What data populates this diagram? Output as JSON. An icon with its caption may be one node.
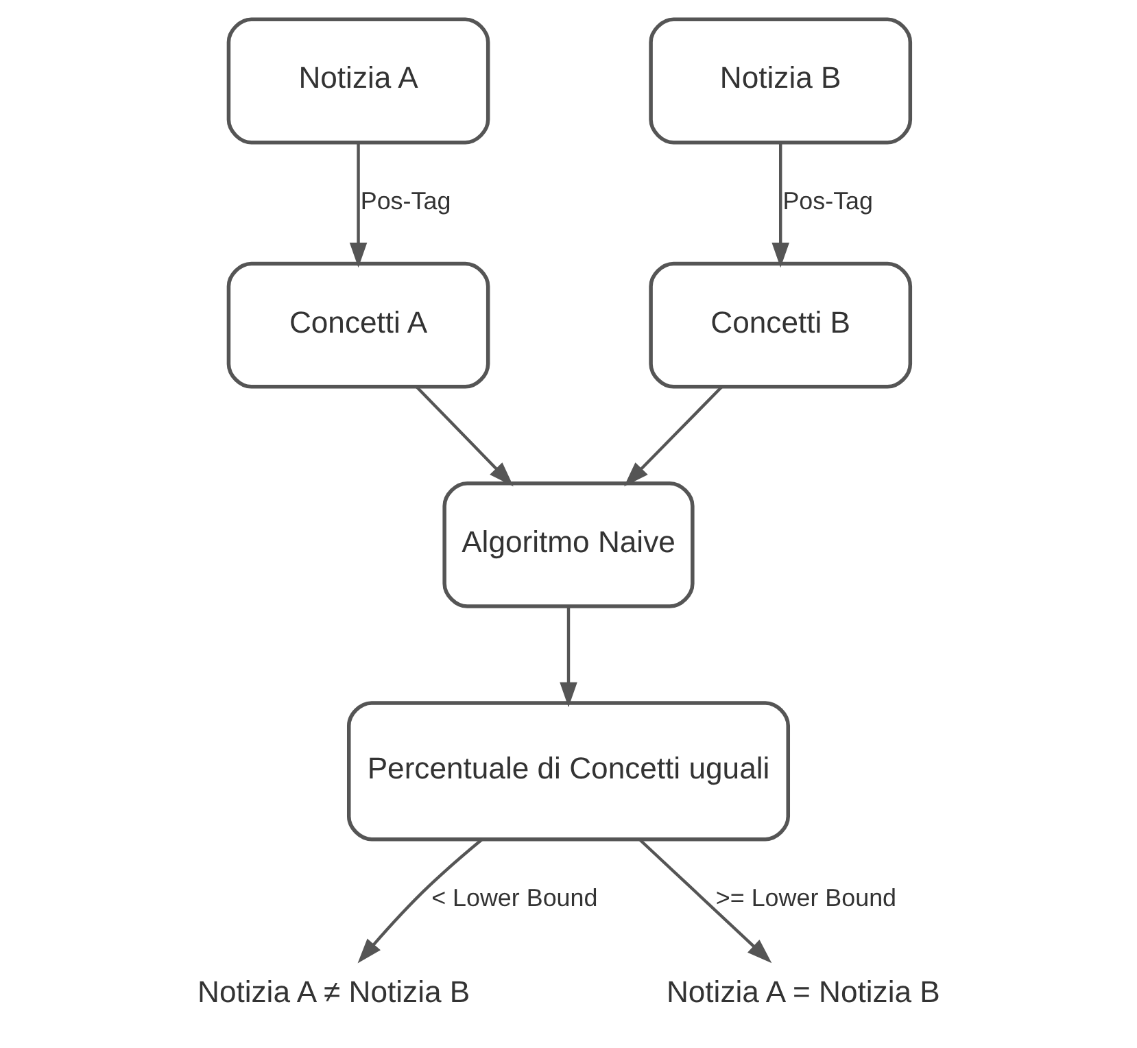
{
  "diagram": {
    "nodes": [
      {
        "text": [
          "Notizia A"
        ]
      },
      {
        "text": [
          "Notizia B"
        ]
      },
      {
        "text": [
          "Concetti A"
        ]
      },
      {
        "text": [
          "Concetti B"
        ]
      },
      {
        "text": [
          "Algoritmo Naive"
        ]
      },
      {
        "text": [
          "Percentuale di Concetti uguali"
        ]
      },
      {
        "text": [
          "Notizia A ≠ Notizia B"
        ]
      },
      {
        "text": [
          "Notizia A = Notizia B"
        ]
      }
    ],
    "edges": [
      {
        "from": 0,
        "to": 2,
        "arrow": "to",
        "label": "Pos-Tag"
      },
      {
        "from": 1,
        "to": 3,
        "arrow": "to",
        "label": "Pos-Tag"
      },
      {
        "from": 2,
        "to": 4,
        "arrow": "to"
      },
      {
        "from": 3,
        "to": 4,
        "arrow": "to"
      },
      {
        "from": 4,
        "to": 5,
        "arrow": "to"
      },
      {
        "from": 5,
        "to": 6,
        "arrow": "to",
        "label": "< Lower Bound"
      },
      {
        "from": 5,
        "to": 7,
        "arrow": "to",
        "label": ">= Lower Bound"
      }
    ]
  }
}
